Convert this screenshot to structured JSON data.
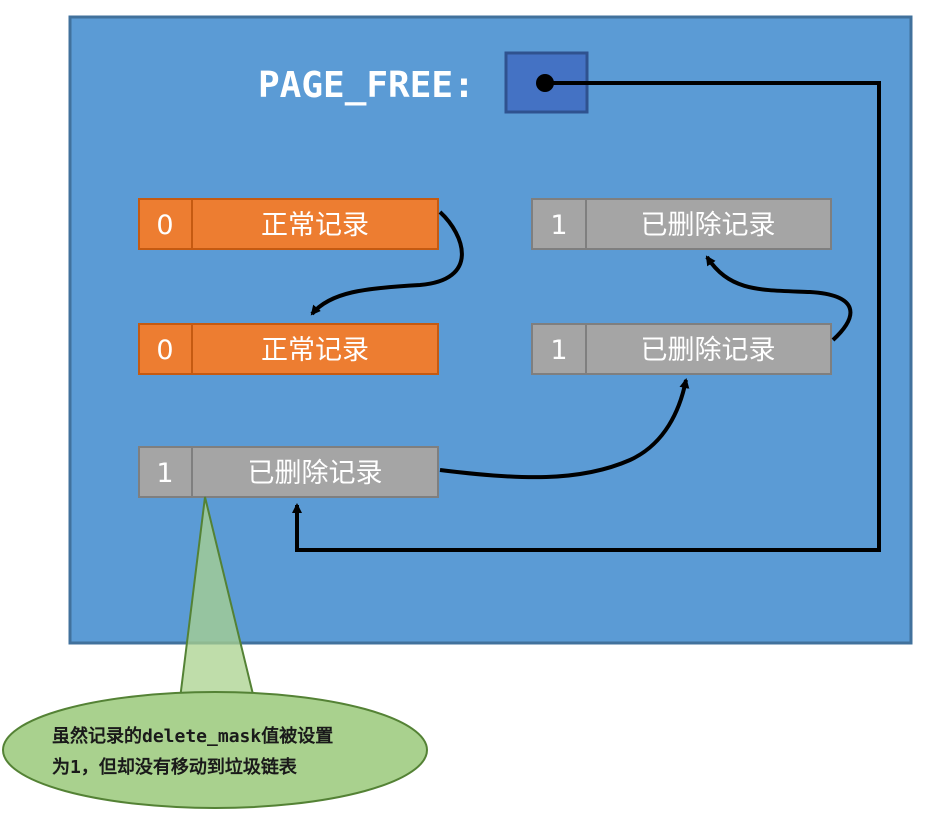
{
  "page": {
    "header_label": "PAGE_FREE:"
  },
  "records": [
    {
      "mask": "0",
      "label": "正常记录",
      "state": "normal"
    },
    {
      "mask": "0",
      "label": "正常记录",
      "state": "normal"
    },
    {
      "mask": "1",
      "label": "已删除记录",
      "state": "deleted"
    },
    {
      "mask": "1",
      "label": "已删除记录",
      "state": "deleted"
    },
    {
      "mask": "1",
      "label": "已删除记录",
      "state": "deleted"
    }
  ],
  "callout": {
    "line1": "虽然记录的delete_mask值被设置",
    "line2": "为1，但却没有移动到垃圾链表"
  },
  "colors": {
    "page_bg": "#5b9bd5",
    "page_border": "#41719c",
    "pointer_box": "#4472c4",
    "normal_fill": "#ed7d31",
    "normal_border": "#c55a11",
    "deleted_fill": "#a5a5a5",
    "deleted_border": "#7f7f7f",
    "callout_fill": "#a9d18e",
    "callout_border": "#548235",
    "arrow": "#000000"
  }
}
